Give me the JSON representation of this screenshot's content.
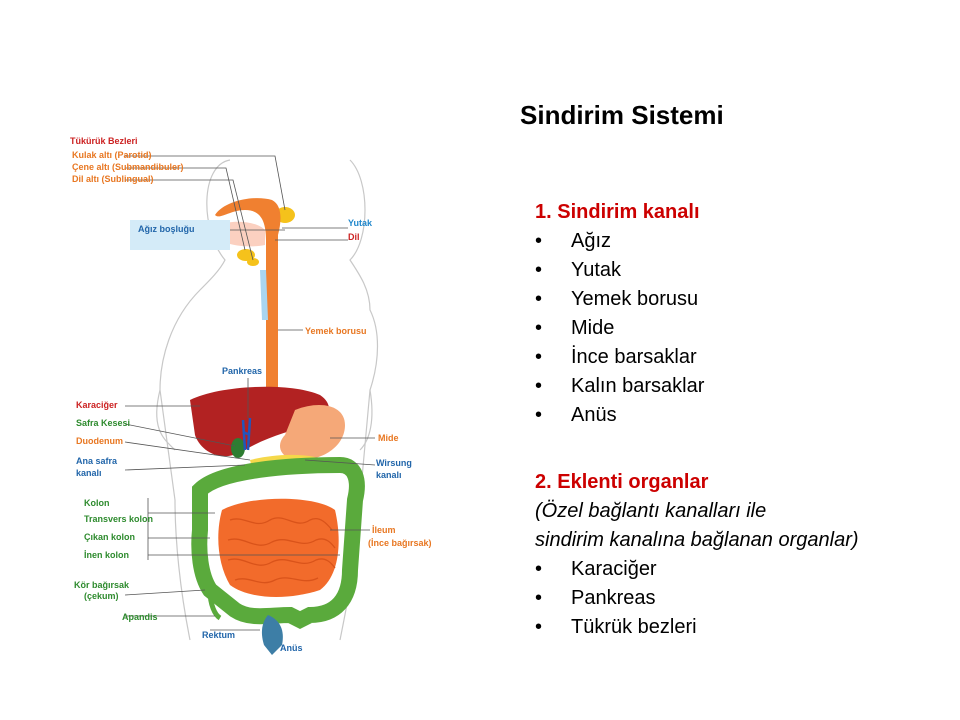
{
  "slide": {
    "title": "Sindirim Sistemi",
    "section1": {
      "heading": "1.   Sindirim kanalı",
      "items": [
        "Ağız",
        "Yutak",
        "Yemek borusu",
        "Mide",
        "İnce barsaklar",
        "Kalın barsaklar",
        "Anüs"
      ]
    },
    "section2": {
      "heading": "2.   Eklenti organlar",
      "note_line1": "(Özel bağlantı kanalları ile",
      "note_line2": "sindirim kanalına bağlanan organlar)",
      "items": [
        "Karaciğer",
        "Pankreas",
        "Tükrük bezleri"
      ]
    },
    "bullet": "•"
  },
  "diagram": {
    "labels": {
      "tukuruk": "Tükürük Bezleri",
      "kulak": "Kulak altı (Parotid)",
      "cene": "Çene altı (Submandibuler)",
      "dil_alti": "Dil altı (Sublingual)",
      "agiz": "Ağız boşluğu",
      "yutak": "Yutak",
      "dil": "Dil",
      "yemek": "Yemek borusu",
      "pankreas": "Pankreas",
      "karaciger": "Karaciğer",
      "safra": "Safra Kesesi",
      "duodenum": "Duodenum",
      "ana_safra1": "Ana safra",
      "ana_safra2": "kanalı",
      "mide": "Mide",
      "wirsung1": "Wirsung",
      "wirsung2": "kanalı",
      "kolon": "Kolon",
      "transvers": "Transvers kolon",
      "cikan": "Çıkan kolon",
      "inen": "İnen kolon",
      "ileum1": "İleum",
      "ileum2": "(İnce bağırsak)",
      "kor1": "Kör bağırsak",
      "kor2": "(çekum)",
      "apandis": "Apandis",
      "rektum": "Rektum",
      "anus": "Anüs"
    },
    "colors": {
      "red_label": "#cc2222",
      "green_label": "#2e8b2e",
      "orange_label": "#e87722",
      "blue_label": "#2266aa",
      "liver": "#b22222",
      "esophagus": "#f08030",
      "intestine": "#f26b2b",
      "colon": "#5aaa3c",
      "gland": "#f5c21b"
    }
  }
}
